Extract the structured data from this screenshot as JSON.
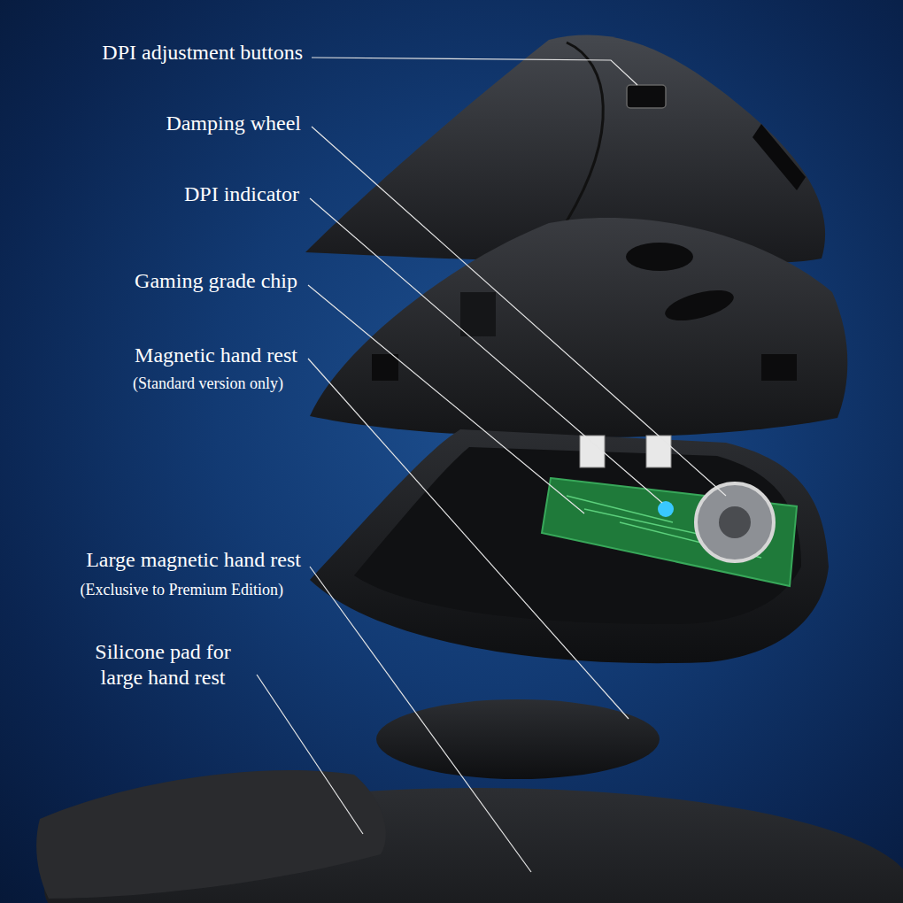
{
  "diagram": {
    "labels": [
      "DPI adjustment buttons",
      "Damping wheel",
      "DPI indicator",
      "Gaming grade chip",
      "Magnetic hand rest",
      "(Standard version only)",
      "Large magnetic hand rest",
      "(Exclusive to Premium Edition)",
      "Silicone pad for large hand rest"
    ]
  }
}
